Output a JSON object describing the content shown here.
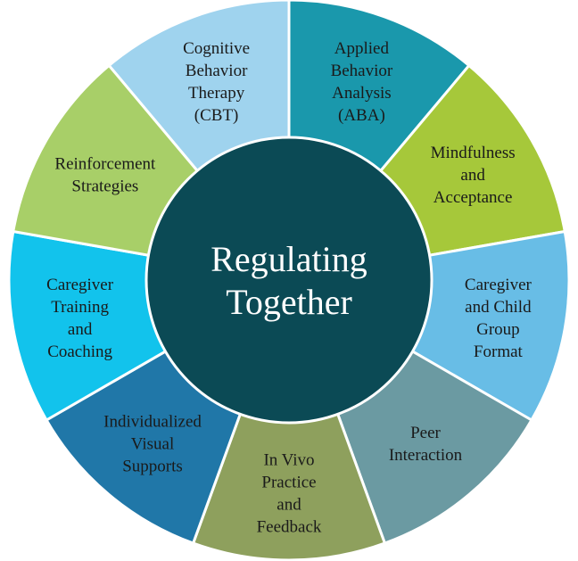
{
  "center": {
    "lines": [
      "Regulating",
      "Together"
    ],
    "color": "#0b4a55"
  },
  "segments": [
    {
      "id": "cbt",
      "lines": [
        "Cognitive",
        "Behavior",
        "Therapy",
        "(CBT)"
      ],
      "color": "#9fd3ee"
    },
    {
      "id": "aba",
      "lines": [
        "Applied",
        "Behavior",
        "Analysis",
        "(ABA)"
      ],
      "color": "#1a98ac"
    },
    {
      "id": "mindfulness",
      "lines": [
        "Mindfulness",
        "and",
        "Acceptance"
      ],
      "color": "#a6c83a"
    },
    {
      "id": "caregiver-child-group",
      "lines": [
        "Caregiver",
        "and Child",
        "Group",
        "Format"
      ],
      "color": "#68bde6"
    },
    {
      "id": "peer-interaction",
      "lines": [
        "Peer",
        "Interaction"
      ],
      "color": "#6b9aa2"
    },
    {
      "id": "in-vivo",
      "lines": [
        "In Vivo",
        "Practice",
        "and",
        "Feedback"
      ],
      "color": "#8ea05d"
    },
    {
      "id": "visual-supports",
      "lines": [
        "Individualized",
        "Visual",
        "Supports"
      ],
      "color": "#2077a8"
    },
    {
      "id": "caregiver-training",
      "lines": [
        "Caregiver",
        "Training",
        "and",
        "Coaching"
      ],
      "color": "#12c3ec"
    },
    {
      "id": "reinforcement",
      "lines": [
        "Reinforcement",
        "Strategies"
      ],
      "color": "#a8cf68"
    }
  ]
}
